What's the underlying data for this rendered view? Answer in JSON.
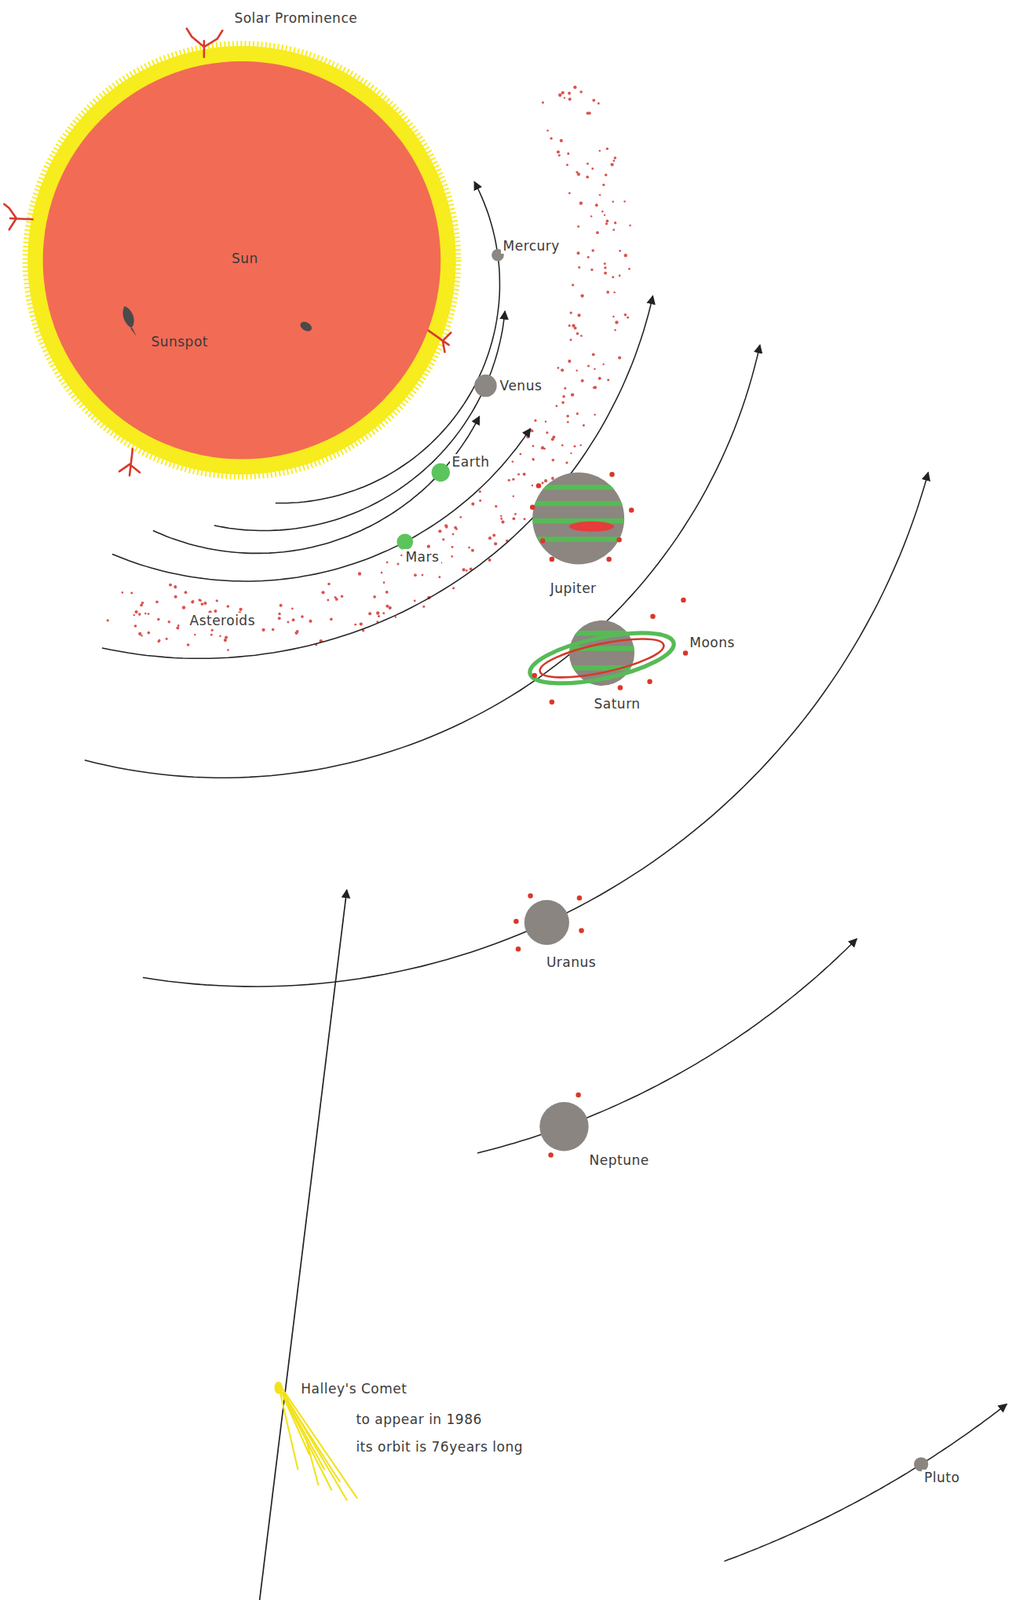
{
  "diagram": {
    "labels": [
      "Solar Prominence",
      "Sun",
      "Sunspot",
      "Mercury",
      "Venus",
      "Earth",
      "Mars",
      "Asteroids",
      "Jupiter",
      "Moons",
      "Saturn",
      "Uranus",
      "Neptune",
      "Halley's Comet",
      "to appear in 1986",
      "its orbit is 76years long",
      "Pluto"
    ]
  }
}
